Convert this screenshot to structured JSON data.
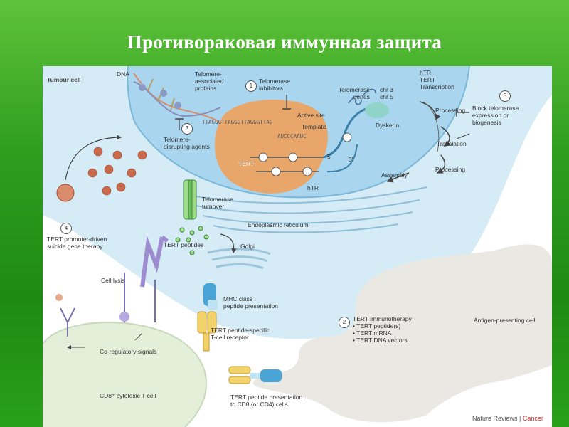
{
  "slide": {
    "title": "Противораковая иммунная защита"
  },
  "colors": {
    "background_green": "#2f9e1f",
    "nucleus_blue": "#a9d6ee",
    "cell_blue": "#d5ebf6",
    "telomerase_orange": "#f0a15c",
    "mhc_blue": "#4aa5d6",
    "receptor_yellow": "#f2d36b",
    "tumour_red": "#c96a4d"
  },
  "diagram": {
    "tumour_cell": "Tumour cell",
    "dna": "DNA",
    "telomere_proteins": [
      "Telomere-",
      "associated",
      "proteins"
    ],
    "step1": {
      "num": "1",
      "lines": [
        "Telomerase",
        "inhibitors"
      ]
    },
    "step3": {
      "num": "3",
      "lines": [
        "Telomere-",
        "disrupting agents"
      ]
    },
    "sequence_top": "TTAGGGTTAGGGTTAGGGTTAG",
    "sequence_template": "AUCCCAAUC",
    "active_site": "Active site",
    "template": "Template",
    "tert": "TERT",
    "htr_bottom": "hTR",
    "five_prime": "5'",
    "three_prime": "3'",
    "dyskerin": "Dyskerin",
    "telomerase_genes": [
      "Telomerase",
      "genes"
    ],
    "chr": [
      "chr 3",
      "chr 5"
    ],
    "transcription_labels": [
      "hTR",
      "TERT",
      "Transcription"
    ],
    "processing_top": "Processing",
    "translation": "Translation",
    "processing_bottom": "Processing",
    "assembly": "Assembly",
    "step5": {
      "num": "5",
      "lines": [
        "Block telomerase",
        "expression or",
        "biogenesis"
      ]
    },
    "step4": {
      "num": "4",
      "lines": [
        "TERT promoter-driven",
        "suicide gene therapy"
      ]
    },
    "telomerase_turnover": [
      "Telomerase",
      "turnover"
    ],
    "er": "Endoplasmic reticulum",
    "tert_peptides": "TERT peptides",
    "golgi": "Golgi",
    "cell_lysis": "Cell lysis",
    "mhc": [
      "MHC class I",
      "peptide presentation"
    ],
    "tcr": [
      "TERT peptide-specific",
      "T-cell receptor"
    ],
    "coreg": "Co-regulatory signals",
    "cd8": "CD8⁺ cytotoxic T cell",
    "step2": {
      "num": "2",
      "title": "TERT immunotherapy",
      "items": [
        "• TERT peptide(s)",
        "• TERT mRNA",
        "• TERT DNA vectors"
      ]
    },
    "apc": "Antigen-presenting cell",
    "presentation": [
      "TERT peptide presentation",
      "to CD8 (or CD4) cells"
    ],
    "credit": {
      "journal": "Nature Reviews",
      "separator": " | ",
      "section": "Cancer"
    }
  }
}
